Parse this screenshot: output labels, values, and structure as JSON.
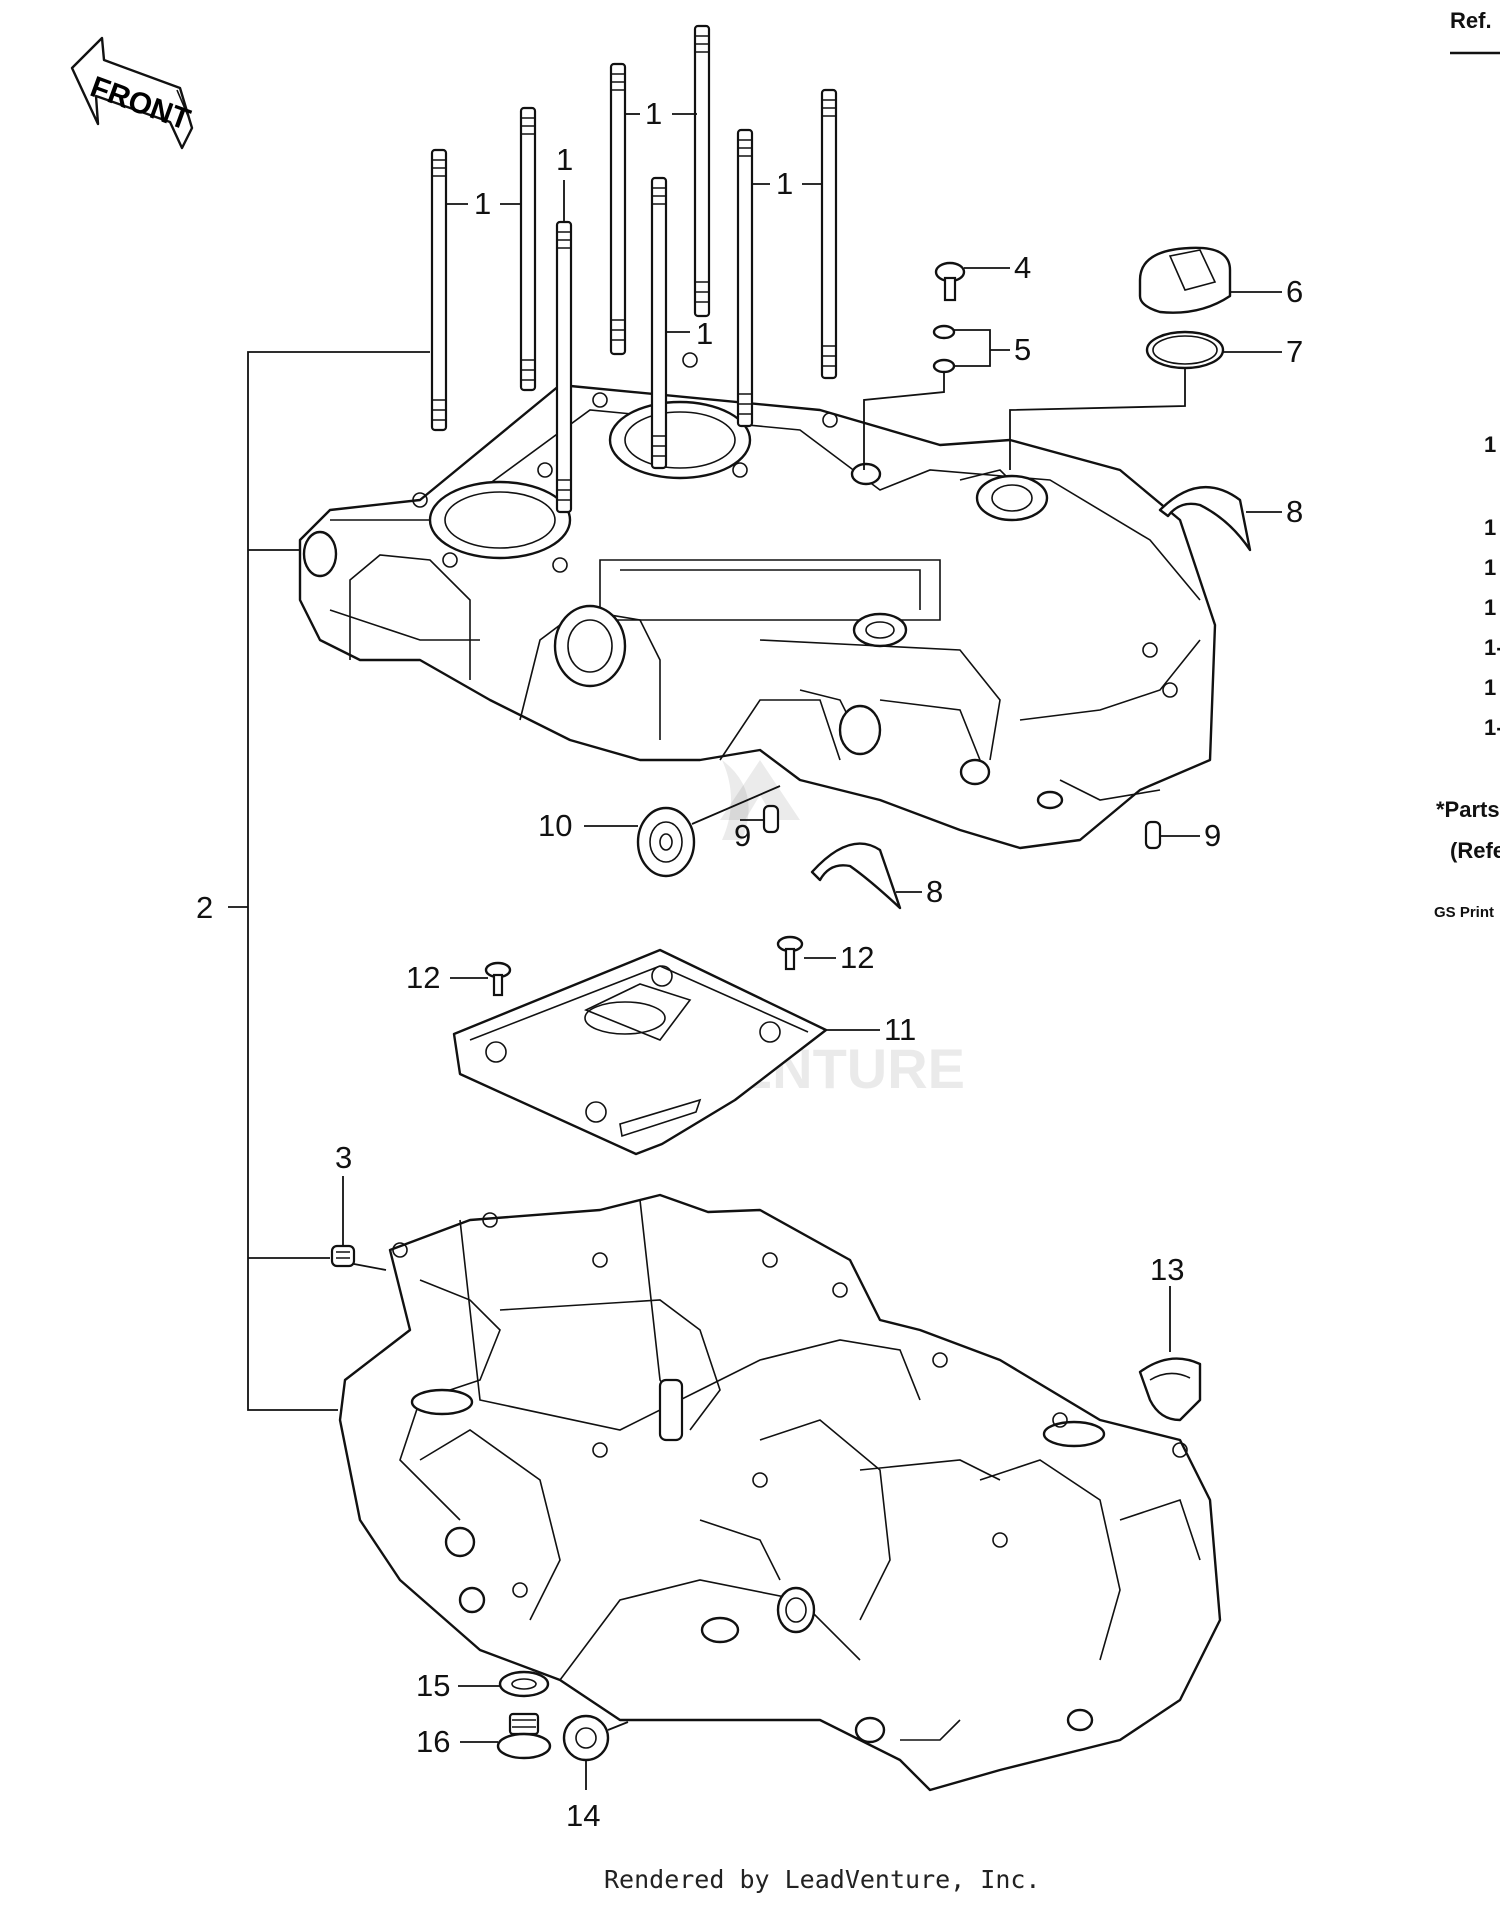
{
  "header": {
    "ref_label": "Ref."
  },
  "front_arrow_label": "FRONT",
  "callouts": {
    "c1": "1",
    "c2": "2",
    "c3": "3",
    "c4": "4",
    "c5": "5",
    "c6": "6",
    "c7": "7",
    "c8": "8",
    "c9": "9",
    "c10": "10",
    "c11": "11",
    "c12": "12",
    "c13": "13",
    "c14": "14",
    "c15": "15",
    "c16": "16"
  },
  "side_column": {
    "items": [
      "1",
      "1",
      "1",
      "1",
      "1-",
      "1",
      "1-"
    ],
    "note_line1": "*Parts",
    "note_line2": "(Refe",
    "print_label": "GS Print"
  },
  "watermark": "LEADVENTURE",
  "footer": "Rendered by LeadVenture, Inc."
}
